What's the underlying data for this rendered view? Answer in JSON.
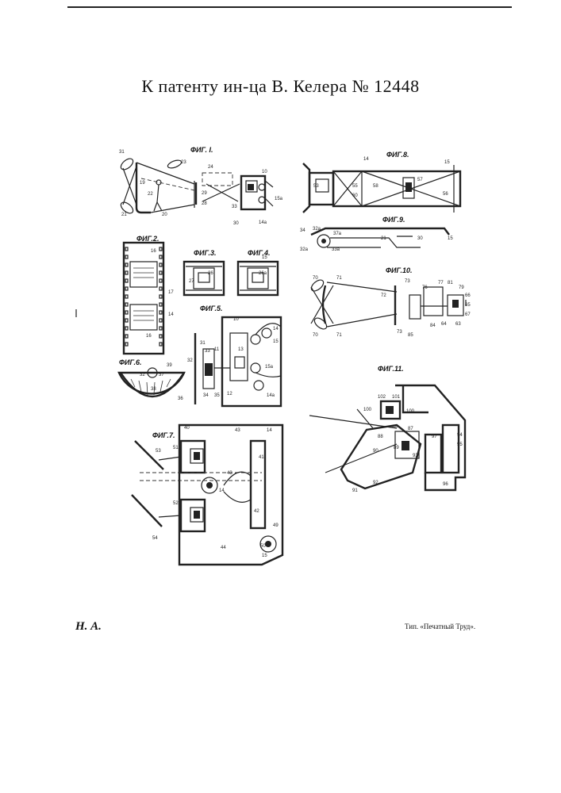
{
  "header": {
    "title": "К патенту ин-ца В. Келера № 12448"
  },
  "figures": [
    {
      "label": "ФИГ. I."
    },
    {
      "label": "ФИГ.2."
    },
    {
      "label": "ФИГ.3."
    },
    {
      "label": "ФИГ.4."
    },
    {
      "label": "ФИГ.5."
    },
    {
      "label": "ФИГ.6."
    },
    {
      "label": "ФИГ.7."
    },
    {
      "label": "ФИГ.8."
    },
    {
      "label": "ФИГ.9."
    },
    {
      "label": "ФИГ.10."
    },
    {
      "label": "ФИГ.11."
    }
  ],
  "footer": {
    "initials": "Н. А.",
    "printer": "Тип. «Печатный Труд»."
  }
}
